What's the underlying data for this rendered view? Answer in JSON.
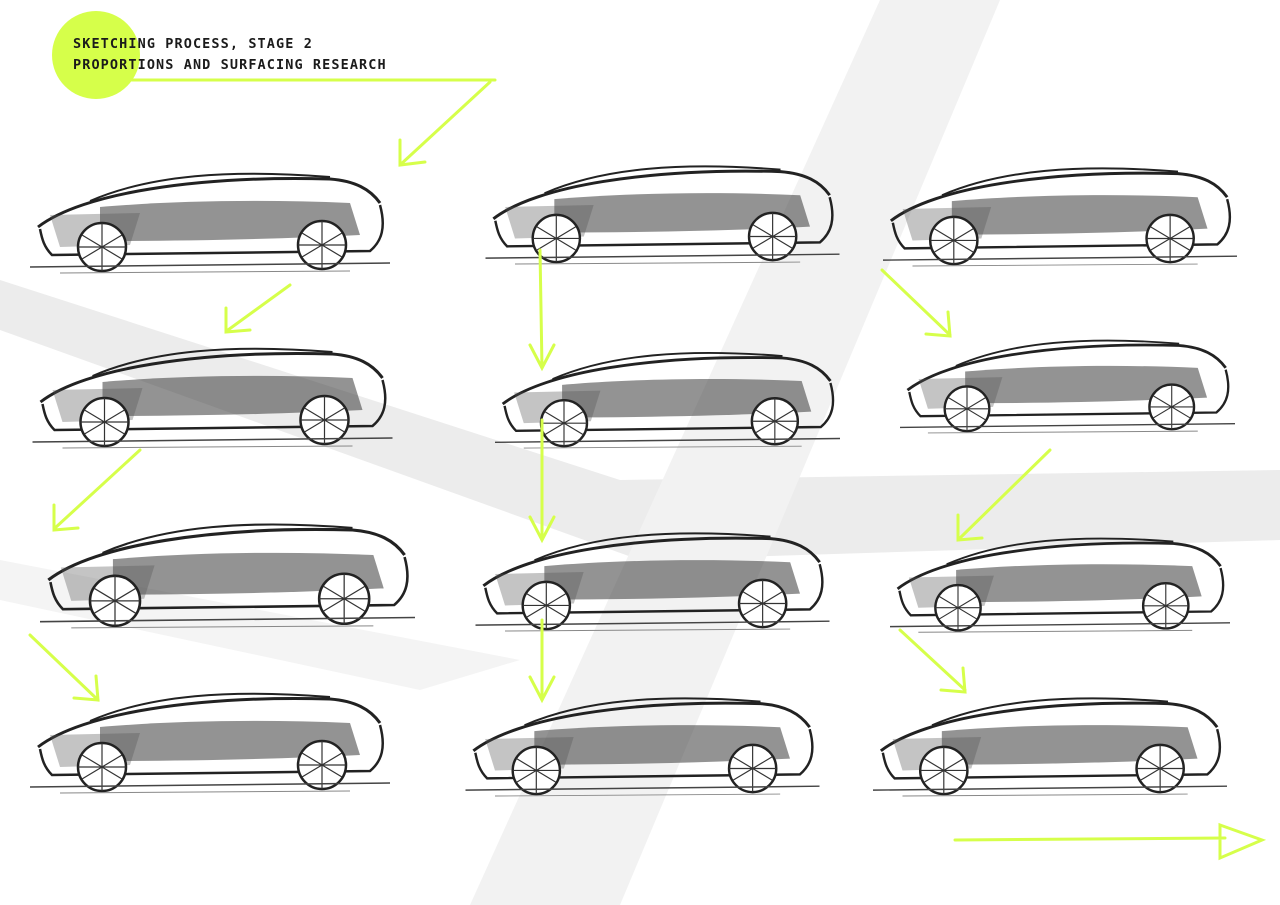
{
  "header": {
    "line_1": "SKETCHING PROCESS, STAGE 2",
    "line_2": "PROPORTIONS AND SURFACING RESEARCH"
  },
  "colors": {
    "accent": "#d6ff4a",
    "ink": "#1e1e1e",
    "background": "#ffffff",
    "band": "#e9e9e9"
  },
  "sketches": [
    {
      "id": "car-sketch-row1-left"
    },
    {
      "id": "car-sketch-row1-center"
    },
    {
      "id": "car-sketch-row1-right"
    },
    {
      "id": "car-sketch-row2-left"
    },
    {
      "id": "car-sketch-row2-center"
    },
    {
      "id": "car-sketch-row2-right"
    },
    {
      "id": "car-sketch-row3-left"
    },
    {
      "id": "car-sketch-row3-center"
    },
    {
      "id": "car-sketch-row3-right"
    },
    {
      "id": "car-sketch-row4-left"
    },
    {
      "id": "car-sketch-row4-center"
    },
    {
      "id": "car-sketch-row4-right"
    }
  ],
  "icons": {
    "flow_arrow": "arrow-icon",
    "next_page": "arrow-right-icon"
  }
}
